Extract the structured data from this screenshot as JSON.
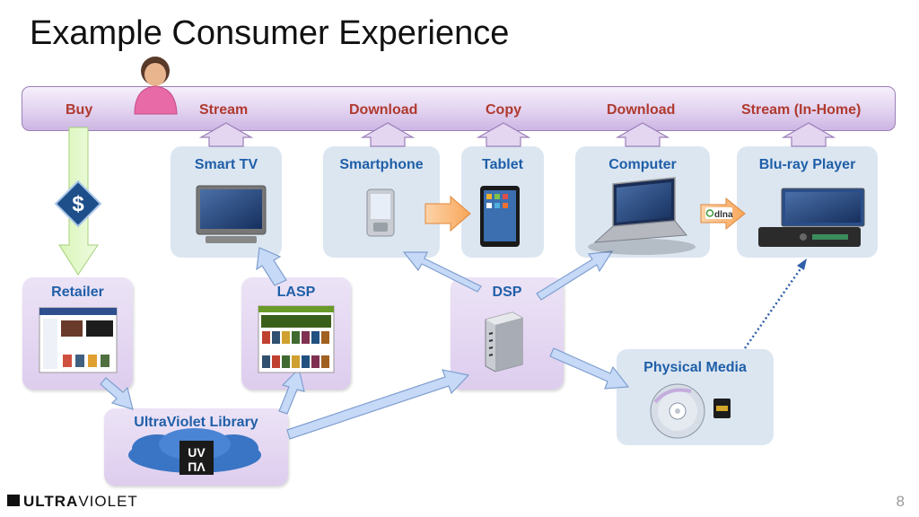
{
  "title": "Example Consumer Experience",
  "actions": {
    "buy": "Buy",
    "stream": "Stream",
    "download_phone": "Download",
    "copy": "Copy",
    "download_computer": "Download",
    "stream_home": "Stream (In-Home)"
  },
  "devices": {
    "smart_tv": "Smart TV",
    "smartphone": "Smartphone",
    "tablet": "Tablet",
    "computer": "Computer",
    "bluray": "Blu-ray Player"
  },
  "services": {
    "retailer": "Retailer",
    "lasp": "LASP",
    "dsp": "DSP",
    "physical": "Physical Media",
    "library": "UltraViolet Library"
  },
  "icons": {
    "dlna": "dlna",
    "uv_top": "UV",
    "uv_bottom": "ΠΛ",
    "currency": "$"
  },
  "footer": {
    "logo_ultra": "ULTRA",
    "logo_violet": "VIOLET",
    "page_number": "8"
  },
  "colors": {
    "action_text": "#b03a2e",
    "box_label": "#1f5fa8",
    "device_box": "#dce6f1",
    "service_box": "#e5d9f2",
    "flow_arrow": "#c6d9f7"
  }
}
